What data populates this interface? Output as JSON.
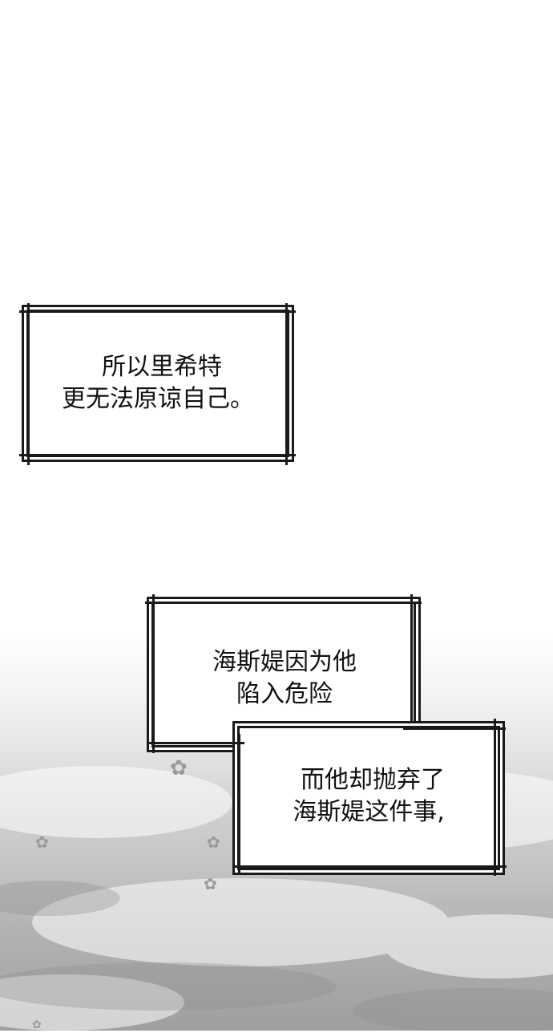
{
  "panels": [
    {
      "lines": [
        "所以里希特",
        "更无法原谅自己。"
      ]
    },
    {
      "lines": [
        "海斯媞因为他",
        "陷入危险"
      ]
    },
    {
      "lines": [
        "而他却抛弃了",
        "海斯媞这件事,"
      ]
    }
  ],
  "colors": {
    "ink": "#1a1a1a",
    "cloud_dark": "#9f9f9f"
  }
}
